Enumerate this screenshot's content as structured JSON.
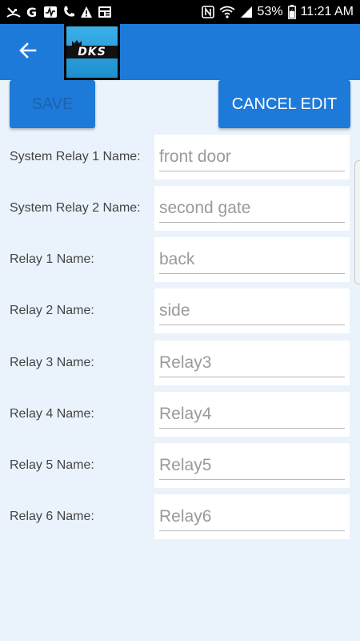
{
  "status_bar": {
    "battery_percent": "53%",
    "time": "11:21 AM",
    "left_icons": [
      "missed-call-icon",
      "google-icon",
      "pulse-icon",
      "call-icon",
      "warning-icon",
      "news-icon"
    ],
    "right_icons": [
      "nfc-icon",
      "wifi-icon",
      "signal-icon",
      "battery-charging-icon"
    ]
  },
  "app_bar": {
    "back_icon": "back-arrow-icon",
    "logo_text": "DKS",
    "color": "#1e7ad8"
  },
  "actions": {
    "save_label": "SAVE",
    "cancel_label": "CANCEL EDIT"
  },
  "relays": [
    {
      "label": "System Relay 1 Name:",
      "value": "front door"
    },
    {
      "label": "System Relay 2 Name:",
      "value": "second gate"
    },
    {
      "label": "Relay 1 Name:",
      "value": "back"
    },
    {
      "label": "Relay 2 Name:",
      "value": "side"
    },
    {
      "label": "Relay 3 Name:",
      "value": "Relay3"
    },
    {
      "label": "Relay 4 Name:",
      "value": "Relay4"
    },
    {
      "label": "Relay 5 Name:",
      "value": "Relay5"
    },
    {
      "label": "Relay 6 Name:",
      "value": "Relay6"
    }
  ]
}
